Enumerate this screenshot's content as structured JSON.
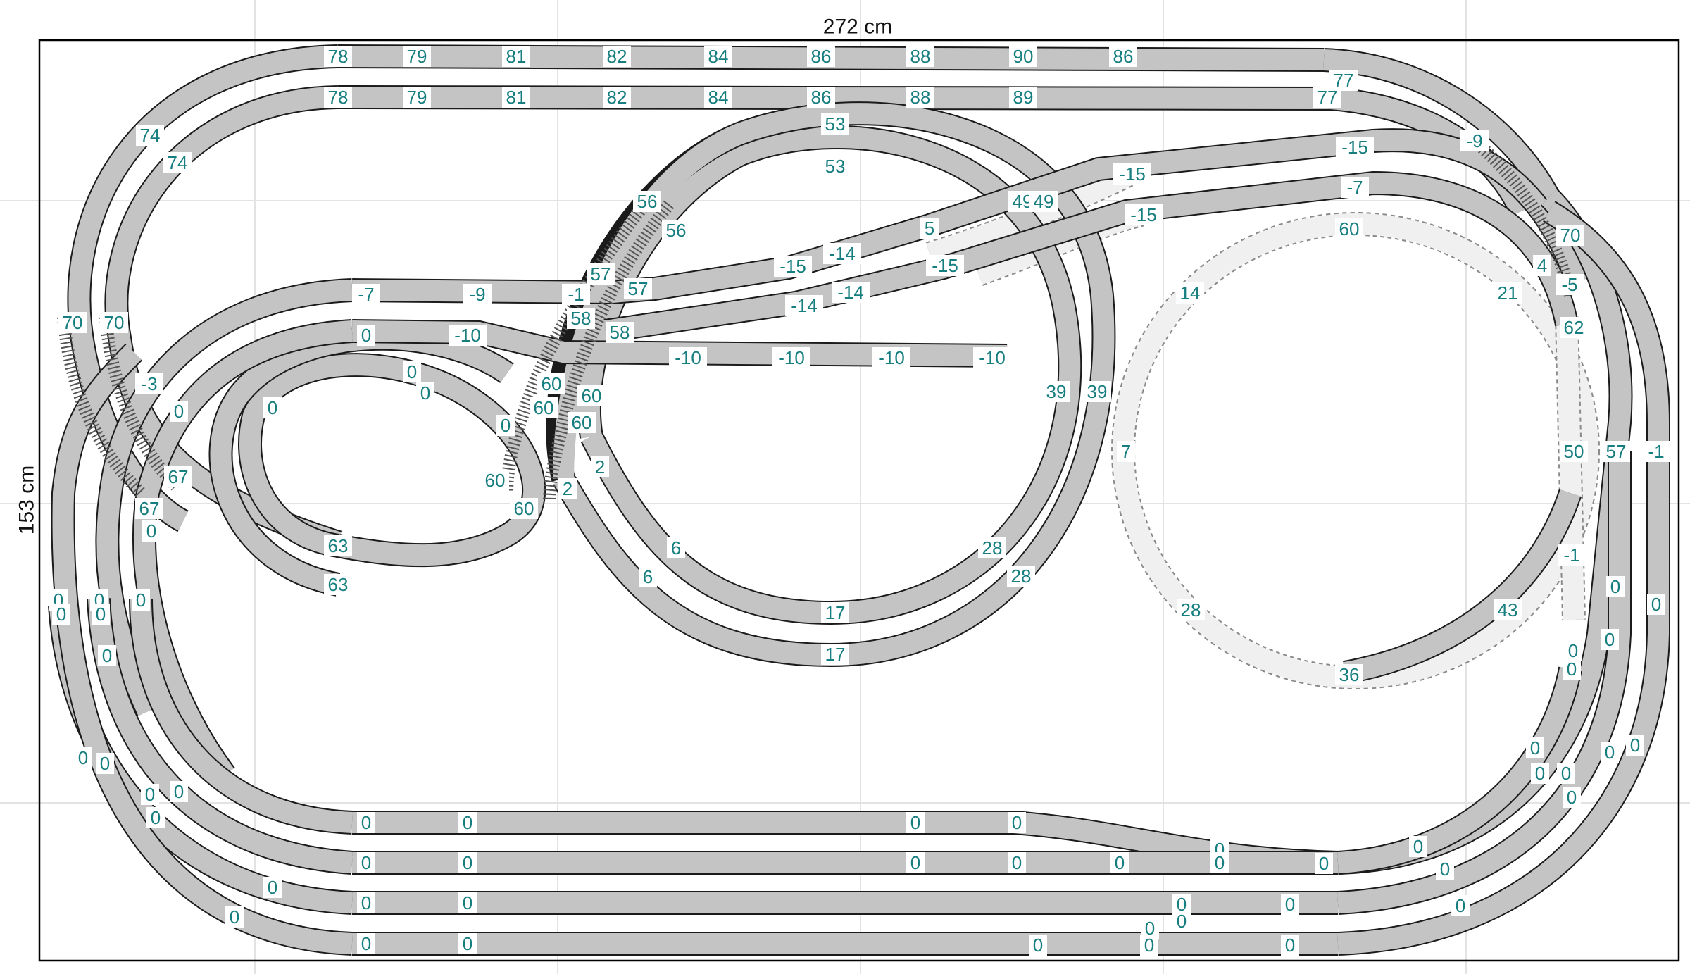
{
  "layout": {
    "width_label": "272 cm",
    "height_label": "153 cm"
  },
  "elevation_labels": [
    "78",
    "79",
    "81",
    "82",
    "84",
    "86",
    "88",
    "90",
    "86",
    "78",
    "79",
    "81",
    "82",
    "84",
    "86",
    "88",
    "89",
    "77",
    "77",
    "74",
    "74",
    "70",
    "70",
    "53",
    "53",
    "56",
    "56",
    "57",
    "57",
    "58",
    "58",
    "60",
    "60",
    "60",
    "60",
    "60",
    "60",
    "-7",
    "-9",
    "-1",
    "0",
    "-10",
    "-10",
    "-10",
    "-10",
    "-10",
    "-3",
    "0",
    "0",
    "0",
    "0",
    "0",
    "67",
    "67",
    "0",
    "63",
    "63",
    "2",
    "2",
    "6",
    "6",
    "17",
    "17",
    "28",
    "28",
    "39",
    "39",
    "49",
    "49",
    "5",
    "-15",
    "-15",
    "-15",
    "-15",
    "-14",
    "-14",
    "-14",
    "-15",
    "-7",
    "-9",
    "70",
    "4",
    "-5",
    "62",
    "60",
    "14",
    "21",
    "7",
    "28",
    "36",
    "43",
    "50",
    "57",
    "-1",
    "-1",
    "0",
    "0",
    "0",
    "0",
    "0",
    "0",
    "0",
    "0",
    "0",
    "0",
    "0",
    "0",
    "0",
    "0",
    "0",
    "0",
    "0",
    "0",
    "0",
    "0",
    "0",
    "0",
    "0",
    "0",
    "0",
    "0",
    "0",
    "0",
    "0",
    "0",
    "0",
    "0",
    "0",
    "0",
    "0",
    "0",
    "0",
    "0",
    "0",
    "0",
    "0",
    "0",
    "0",
    "0",
    "0",
    "0",
    "0",
    "0",
    "0",
    "0"
  ],
  "colors": {
    "label_text": "#177e80",
    "track_fill": "#c4c4c4",
    "hidden_track_fill": "#f0f0f0",
    "frame": "#000000"
  }
}
